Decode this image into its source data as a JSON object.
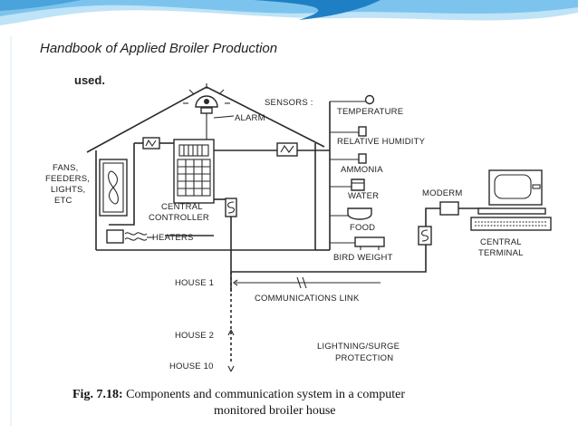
{
  "header": "Handbook of Applied Broiler Production",
  "intro_word": "used.",
  "labels": {
    "alarm": "ALARM",
    "sensors": "SENSORS :",
    "temperature": "TEMPERATURE",
    "humidity": "RELATIVE HUMIDITY",
    "ammonia": "AMMONIA",
    "water": "WATER",
    "food": "FOOD",
    "bird_weight": "BIRD WEIGHT",
    "modem": "MODERM",
    "terminal_1": "CENTRAL",
    "terminal_2": "TERMINAL",
    "fans_1": "FANS,",
    "fans_2": "FEEDERS,",
    "fans_3": "LIGHTS,",
    "fans_4": "ETC",
    "controller_1": "CENTRAL",
    "controller_2": "CONTROLLER",
    "heaters": "HEATERS",
    "house1": "HOUSE 1",
    "comm_link": "COMMUNICATIONS  LINK",
    "house2": "HOUSE 2",
    "house10": "HOUSE 10",
    "lightning_1": "LIGHTNING/SURGE",
    "lightning_2": "PROTECTION"
  },
  "caption": {
    "fig": "Fig. 7.18:",
    "line1": " Components and communication system in a computer",
    "line2": "monitored broiler house"
  },
  "colors": {
    "wave_dark": "#1f7fc4",
    "wave_light": "#7cc4ee",
    "bg": "#ffffff"
  }
}
